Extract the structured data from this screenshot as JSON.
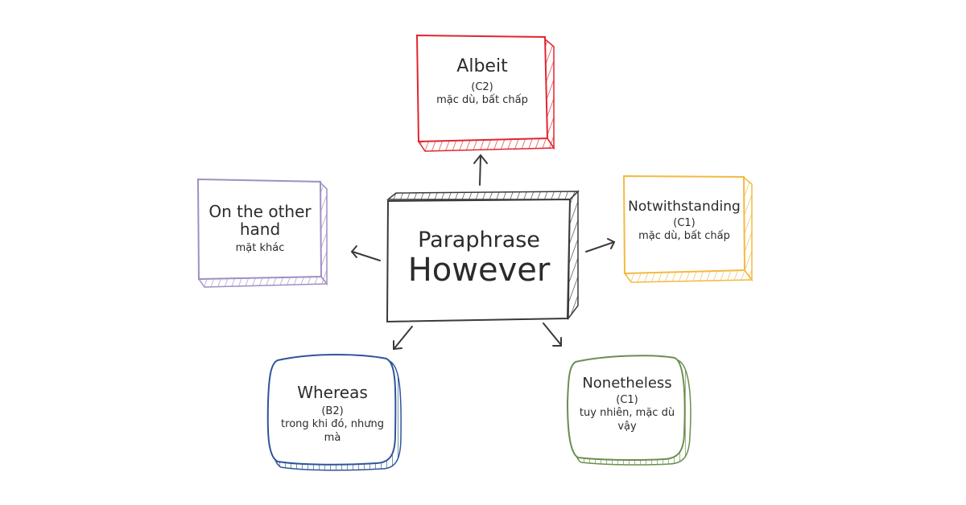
{
  "center": {
    "line1": "Paraphrase",
    "line2": "However",
    "color": "#3a3a3a"
  },
  "nodes": {
    "albeit": {
      "title": "Albeit",
      "level": "(C2)",
      "meaning": "mặc dù, bất chấp",
      "color": "#e0262e"
    },
    "on_the_other_hand": {
      "title": "On the other hand",
      "meaning": "mặt khác",
      "color": "#a08fc4"
    },
    "notwithstanding": {
      "title": "Notwithstanding",
      "level": "(C1)",
      "meaning": "mặc dù, bất chấp",
      "color": "#f4b942"
    },
    "whereas": {
      "title": "Whereas",
      "level": "(B2)",
      "meaning": "trong khi đó, nhưng mà",
      "color": "#2f5597"
    },
    "nonetheless": {
      "title": "Nonetheless",
      "level": "(C1)",
      "meaning": "tuy nhiên, mặc dù vậy",
      "color": "#6b8e4e"
    }
  },
  "arrows": [
    "center-to-albeit",
    "center-to-on-the-other-hand",
    "center-to-notwithstanding",
    "center-to-whereas",
    "center-to-nonetheless"
  ]
}
